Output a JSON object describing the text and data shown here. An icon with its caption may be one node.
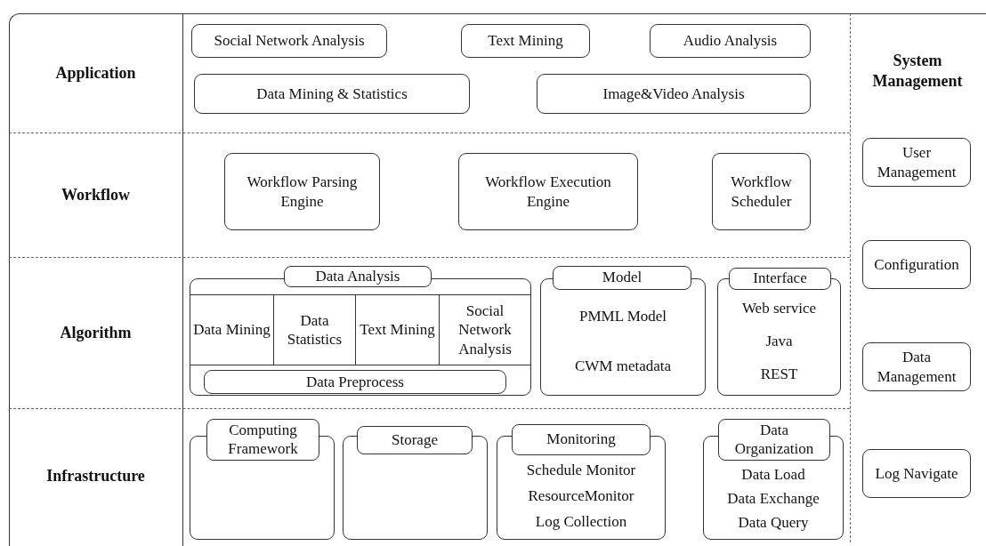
{
  "diagram": {
    "nodes": [
      {
        "text": [
          "Application"
        ]
      },
      {
        "text": [
          "Social Network Analysis"
        ],
        "in": 0
      },
      {
        "text": [
          "Text Mining"
        ],
        "in": 0
      },
      {
        "text": [
          "Audio Analysis"
        ],
        "in": 0
      },
      {
        "text": [
          "Data Mining & Statistics"
        ],
        "in": 0
      },
      {
        "text": [
          "Image&Video Analysis"
        ],
        "in": 0
      },
      {
        "text": [
          "Workflow"
        ]
      },
      {
        "text": [
          "Workflow Parsing Engine"
        ],
        "in": 6
      },
      {
        "text": [
          "Workflow Execution Engine"
        ],
        "in": 6
      },
      {
        "text": [
          "Workflow Scheduler"
        ],
        "in": 6
      },
      {
        "text": [
          "Algorithm"
        ]
      },
      {
        "text": [
          "Data Analysis"
        ],
        "in": 10
      },
      {
        "text": [
          "Data Mining"
        ],
        "in": 11
      },
      {
        "text": [
          "Data Statistics"
        ],
        "in": 11
      },
      {
        "text": [
          "Text Mining"
        ],
        "in": 11
      },
      {
        "text": [
          "Social Network Analysis"
        ],
        "in": 11
      },
      {
        "text": [
          "Data Preprocess"
        ],
        "in": 11
      },
      {
        "text": [
          "Model",
          "PMML Model",
          "CWM metadata"
        ],
        "in": 10
      },
      {
        "text": [
          "Interface",
          "Web service",
          "Java",
          "REST"
        ],
        "in": 10
      },
      {
        "text": [
          "Infrastructure"
        ]
      },
      {
        "text": [
          "Computing Framework"
        ],
        "in": 19
      },
      {
        "text": [
          "Storage"
        ],
        "in": 19
      },
      {
        "text": [
          "Monitoring",
          "Schedule Monitor",
          "ResourceMonitor",
          "Log Collection"
        ],
        "in": 19
      },
      {
        "text": [
          "Data Organization",
          "Data Load",
          "Data Exchange",
          "Data Query"
        ],
        "in": 19
      },
      {
        "text": [
          "System Management"
        ]
      },
      {
        "text": [
          "User Management"
        ],
        "in": 24
      },
      {
        "text": [
          "Configuration"
        ],
        "in": 24
      },
      {
        "text": [
          "Data Management"
        ],
        "in": 24
      },
      {
        "text": [
          "Log Navigate"
        ],
        "in": 24
      }
    ],
    "edges": []
  }
}
